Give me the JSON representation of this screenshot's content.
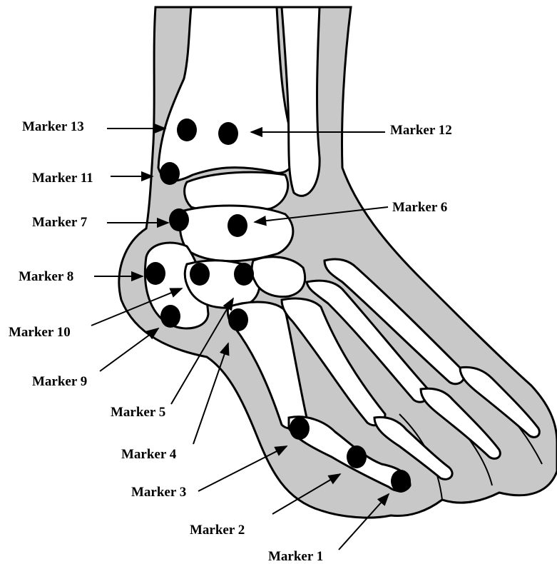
{
  "colors": {
    "skin": "#c8c8c8",
    "bone": "#ffffff",
    "outline": "#000000",
    "marker": "#000000"
  },
  "markers": [
    {
      "id": 1,
      "label": "Marker 1"
    },
    {
      "id": 2,
      "label": "Marker 2"
    },
    {
      "id": 3,
      "label": "Marker 3"
    },
    {
      "id": 4,
      "label": "Marker 4"
    },
    {
      "id": 5,
      "label": "Marker 5"
    },
    {
      "id": 6,
      "label": "Marker 6"
    },
    {
      "id": 7,
      "label": "Marker 7"
    },
    {
      "id": 8,
      "label": "Marker 8"
    },
    {
      "id": 9,
      "label": "Marker 9"
    },
    {
      "id": 10,
      "label": "Marker 10"
    },
    {
      "id": 11,
      "label": "Marker 11"
    },
    {
      "id": 12,
      "label": "Marker 12"
    },
    {
      "id": 13,
      "label": "Marker 13"
    }
  ]
}
